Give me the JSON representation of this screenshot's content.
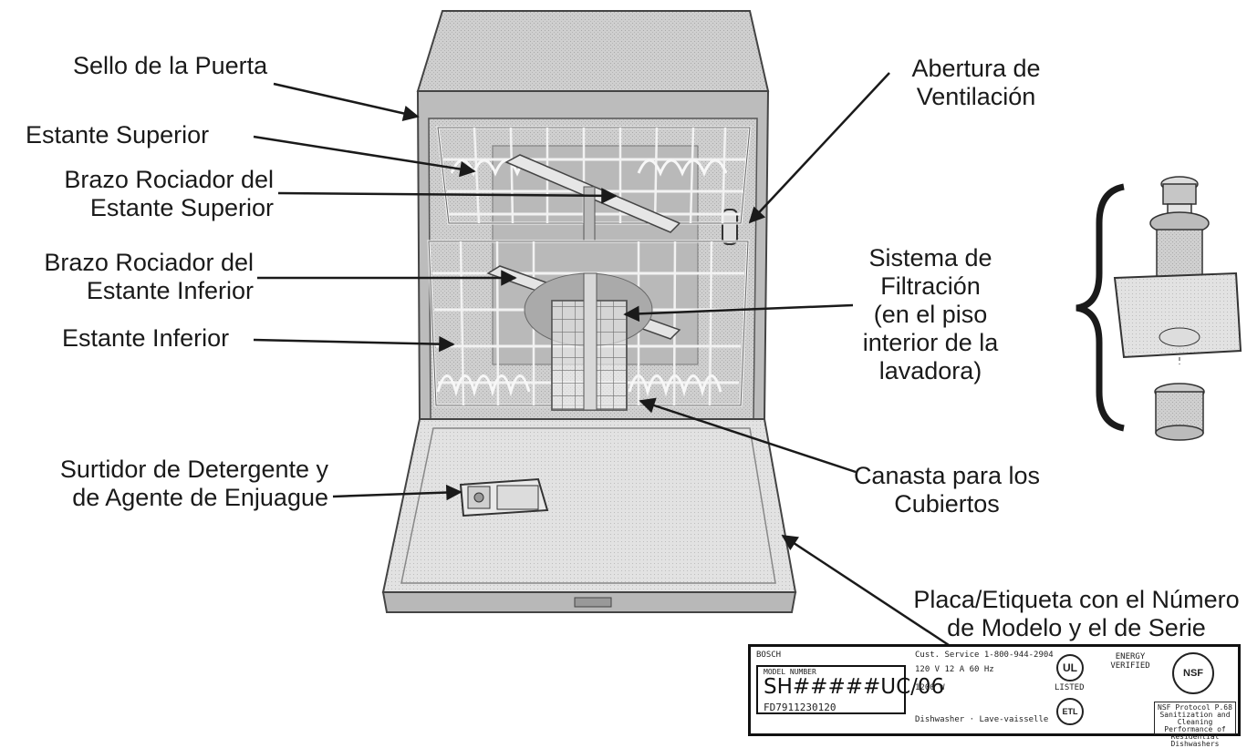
{
  "labels": {
    "door_seal": "Sello de la Puerta",
    "upper_rack": "Estante Superior",
    "upper_spray_arm": [
      "Brazo Rociador del",
      "Estante Superior"
    ],
    "lower_spray_arm": [
      "Brazo Rociador del",
      "Estante Inferior"
    ],
    "lower_rack": "Estante Inferior",
    "detergent_dispenser": [
      "Surtidor de Detergente y",
      "de Agente de Enjuague"
    ],
    "vent": [
      "Abertura de",
      "Ventilación"
    ],
    "filtration": [
      "Sistema de",
      "Filtración",
      "(en el piso",
      "interior de la",
      "lavadora)"
    ],
    "silverware_basket": [
      "Canasta para los",
      "Cubiertos"
    ],
    "rating_plate": [
      "Placa/Etiqueta con el Número",
      "de Modelo y el de Serie"
    ]
  },
  "plate": {
    "model_label": "MODEL NUMBER",
    "model_number": "SH#####UC/06",
    "serial_number": "FD7911230120",
    "customer_service": "Cust. Service 1-800-944-2904",
    "ul_mark": "UL",
    "listed": "LISTED",
    "etl_mark": "ETL",
    "nsf_mark": "NSF",
    "nsf_text": "NSF Protocol P.68 Sanitization and Cleaning Performance of Residential Dishwashers",
    "energy_text": "ENERGY VERIFIED"
  },
  "colors": {
    "line": "#1a1a1a",
    "tub": "#c9c9c9",
    "tub_dark": "#9a9a9a",
    "door": "#d6d6d6",
    "rack": "#f4f4f4"
  }
}
